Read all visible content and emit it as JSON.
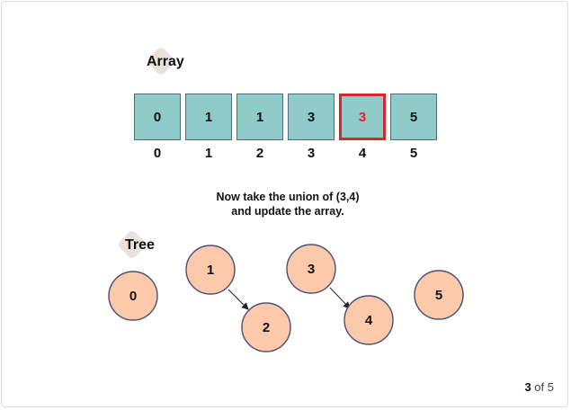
{
  "array_label": "Array",
  "tree_label": "Tree",
  "array": {
    "values": [
      "0",
      "1",
      "1",
      "3",
      "3",
      "5"
    ],
    "indices": [
      "0",
      "1",
      "2",
      "3",
      "4",
      "5"
    ],
    "highlight_index": 4
  },
  "caption": {
    "line1": "Now take the union of (3,4)",
    "line2": "and update the array."
  },
  "tree": {
    "nodes": [
      "0",
      "1",
      "2",
      "3",
      "4",
      "5"
    ],
    "edges": [
      [
        "1",
        "2"
      ],
      [
        "3",
        "4"
      ]
    ]
  },
  "pager": {
    "current": "3",
    "separator": "of",
    "total": "5"
  },
  "colors": {
    "cell_fill": "#8fcbc9",
    "highlight": "#e52222",
    "node_fill": "#fdc9ab",
    "node_stroke": "#4a4f78"
  }
}
